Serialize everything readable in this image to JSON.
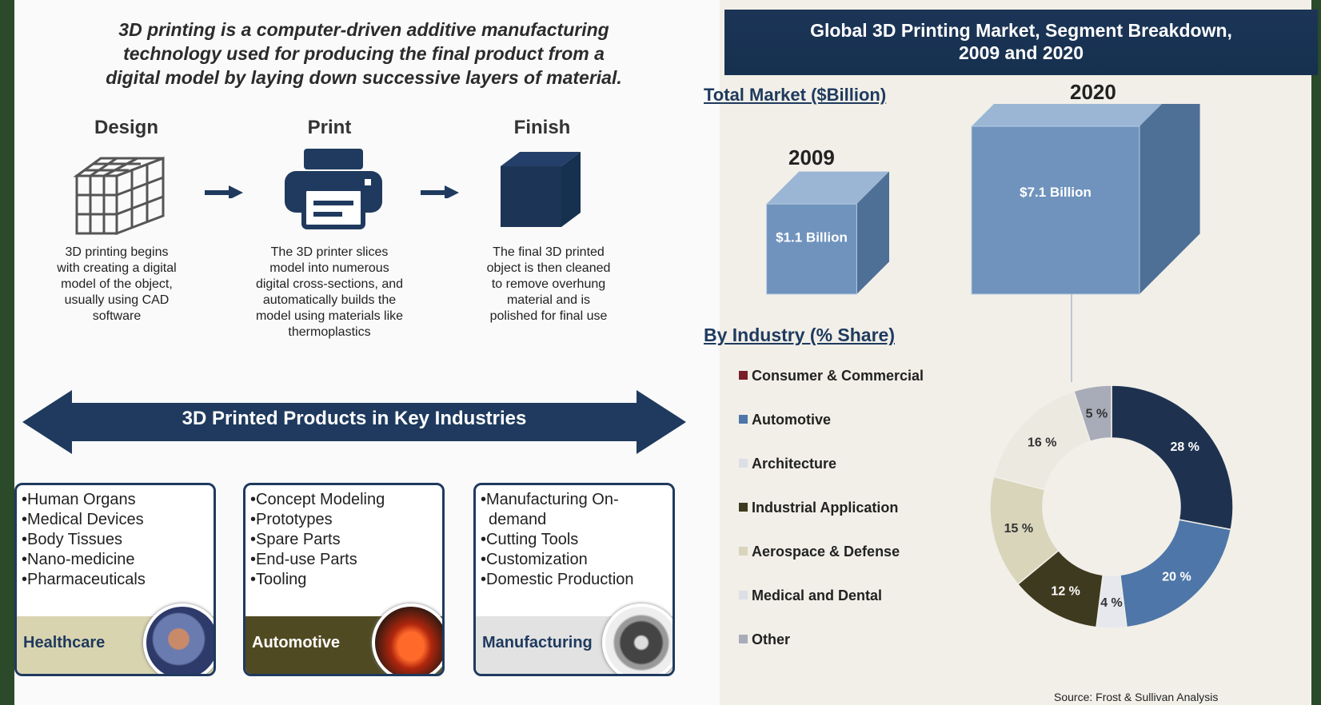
{
  "intro": {
    "line1": "3D printing is a computer-driven additive manufacturing",
    "line2": "technology used for producing the final product from a",
    "line3": "digital model by laying down successive layers of material."
  },
  "steps": [
    {
      "title": "Design",
      "desc": [
        "3D printing begins",
        "with creating a digital",
        "model of the object,",
        "usually using CAD",
        "software"
      ],
      "icon": "grid-cube-icon"
    },
    {
      "title": "Print",
      "desc": [
        "The 3D printer slices",
        "model into numerous",
        "digital cross-sections, and",
        "automatically builds the",
        "model using materials like",
        "thermoplastics"
      ],
      "icon": "printer-icon"
    },
    {
      "title": "Finish",
      "desc": [
        "The final 3D printed",
        "object is then cleaned",
        "to remove overhung",
        "material and is",
        "polished for final use"
      ],
      "icon": "solid-cube-icon"
    }
  ],
  "banner": {
    "label": "3D Printed Products in Key Industries"
  },
  "industries": [
    {
      "name": "Healthcare",
      "items": [
        "•Human Organs",
        "•Medical Devices",
        "•Body Tissues",
        "•Nano-medicine",
        "•Pharmaceuticals"
      ],
      "foot_color": "#d9d4b0",
      "text_color": "#1f3a5e"
    },
    {
      "name": "Automotive",
      "items": [
        "•Concept Modeling",
        "•Prototypes",
        "•Spare Parts",
        "•End-use Parts",
        "•Tooling"
      ],
      "foot_color": "#504a22",
      "text_color": "#ffffff"
    },
    {
      "name": "Manufacturing",
      "items": [
        "•Manufacturing On-",
        "  demand",
        "•Cutting Tools",
        "•Customization",
        "•Domestic Production"
      ],
      "foot_color": "#e2e2e2",
      "text_color": "#1f3a5e"
    }
  ],
  "right": {
    "header_line1": "Global 3D Printing Market, Segment Breakdown,",
    "header_line2": "2009 and 2020",
    "total_title": "Total Market ($Billion)",
    "industry_title": "By Industry (% Share)",
    "source": "Source: Frost & Sullivan Analysis"
  },
  "colors": {
    "navy": "#1f3a5e",
    "cube_front": "#6f93bd",
    "cube_top": "#9ab6d4",
    "cube_side": "#4e6f96"
  },
  "chart_data": [
    {
      "type": "bar",
      "title": "Total Market ($Billion)",
      "categories": [
        "2009",
        "2020"
      ],
      "values": [
        1.1,
        7.1
      ],
      "labels": [
        "$1.1 Billion",
        "$7.1 Billion"
      ]
    },
    {
      "type": "pie",
      "title": "By Industry (% Share)",
      "year": "2020",
      "slices": [
        {
          "name": "Consumer & Commercial",
          "value": 28,
          "label": "28 %",
          "color": "#1e3250"
        },
        {
          "name": "Automotive",
          "value": 20,
          "label": "20 %",
          "color": "#4e76a8"
        },
        {
          "name": "Architecture",
          "value": 4,
          "label": "4 %",
          "color": "#e6e8ee"
        },
        {
          "name": "Industrial Application",
          "value": 12,
          "label": "12 %",
          "color": "#3e3a1f"
        },
        {
          "name": "Aerospace & Defense",
          "value": 15,
          "label": "15 %",
          "color": "#d9d5bb"
        },
        {
          "name": "Medical and Dental",
          "value": 16,
          "label": "16 %",
          "color": "#ebe9e0"
        },
        {
          "name": "Other",
          "value": 5,
          "label": "5 %",
          "color": "#a8abb8"
        }
      ]
    }
  ]
}
